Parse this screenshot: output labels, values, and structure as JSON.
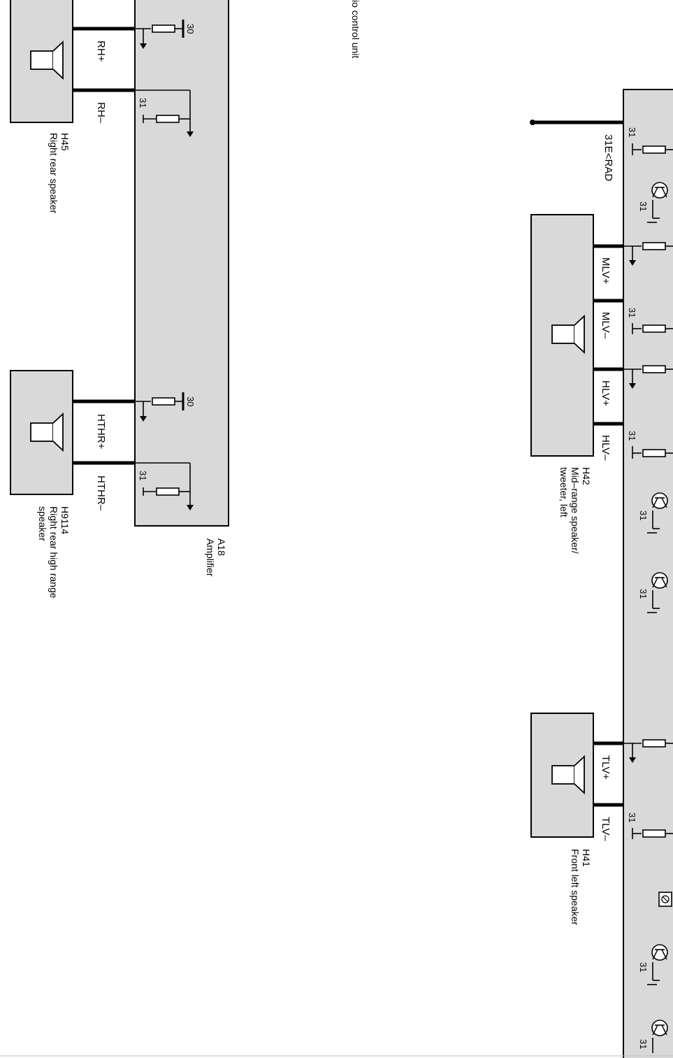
{
  "amplifier": {
    "id": "A18",
    "name": "Amplifier"
  },
  "control_unit": {
    "caption": "io control unit"
  },
  "ground_label": "31E<RAD",
  "terminals": {
    "t30": "30",
    "t31": "31"
  },
  "speakers": {
    "right_rear": {
      "id": "H45",
      "name": "Right rear speaker",
      "pos": "RH+",
      "neg": "RH–"
    },
    "right_rear_high": {
      "id": "H9114",
      "name_line1": "Right rear high range",
      "name_line2": "speaker",
      "pos": "HTHR+",
      "neg": "HTHR–"
    },
    "mid_left": {
      "id": "H42",
      "name_line1": "Mid–range speaker/",
      "name_line2": "tweeter, left",
      "pins": [
        "MLV+",
        "MLV–",
        "HLV+",
        "HLV–"
      ]
    },
    "front_left": {
      "id": "H41",
      "name": "Front left speaker",
      "pos": "TLV+",
      "neg": "TLV–"
    }
  },
  "icons": [
    "speaker-icon",
    "resistor-icon",
    "transistor-icon",
    "ground-arrow-icon",
    "connector-icon"
  ]
}
